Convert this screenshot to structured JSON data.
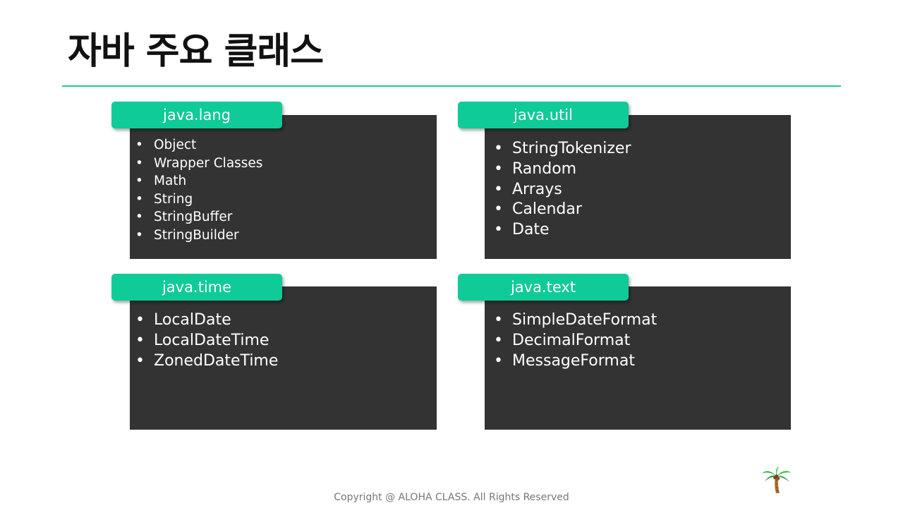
{
  "title": "자바 주요 클래스",
  "cards": [
    {
      "tab": "java.lang",
      "items": [
        "Object",
        "Wrapper Classes",
        "Math",
        "String",
        "StringBuffer",
        "StringBuilder"
      ]
    },
    {
      "tab": "java.util",
      "items": [
        "StringTokenizer",
        "Random",
        "Arrays",
        "Calendar",
        "Date"
      ]
    },
    {
      "tab": "java.time",
      "items": [
        "LocalDate",
        "LocalDateTime",
        "ZonedDateTime"
      ]
    },
    {
      "tab": "java.text",
      "items": [
        "SimpleDateFormat",
        "DecimalFormat",
        "MessageFormat"
      ]
    }
  ],
  "footer": "Copyright @ ALOHA CLASS. All Rights Reserved",
  "colors": {
    "accent": "#0fcb98",
    "rule": "#22c98f",
    "card_bg": "#333333"
  },
  "icons": {
    "corner": "palm-tree-icon"
  }
}
